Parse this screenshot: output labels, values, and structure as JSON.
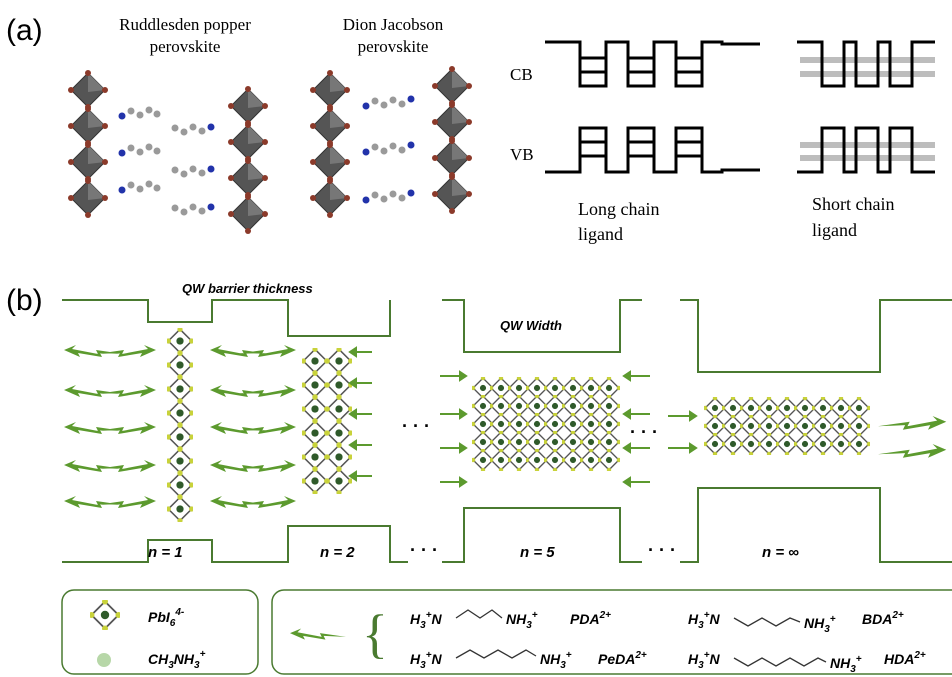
{
  "panel_a": {
    "label": "(a)",
    "rp_title": [
      "Ruddlesden popper",
      "perovskite"
    ],
    "dj_title": [
      "Dion Jacobson",
      "perovskite"
    ],
    "cb_label": "CB",
    "vb_label": "VB",
    "long_chain": [
      "Long chain",
      "ligand"
    ],
    "short_chain": [
      "Short chain",
      "ligand"
    ]
  },
  "panel_b": {
    "label": "(b)",
    "qw_barrier": "QW  barrier thickness",
    "qw_width": "QW  Width",
    "n_labels": [
      "n = 1",
      "n = 2",
      "n = 5",
      "n = ∞"
    ],
    "ellipsis": "· · ·",
    "legend": {
      "pbi6": "PbI",
      "pbi6_sub": "6",
      "pbi6_sup": "4-",
      "ma": "CH",
      "ma_sub1": "3",
      "ma_mid": "NH",
      "ma_sub2": "3",
      "ma_sup": "+",
      "amine_left": "H",
      "amine_left_sub": "3",
      "amine_left_sup": "+",
      "amine_left_tail": "N",
      "amine_right": "NH",
      "amine_right_sub": "3",
      "amine_right_sup": "+",
      "pda": "PDA",
      "bda": "BDA",
      "peda": "PeDA",
      "hda": "HDA",
      "cation_sup": "2+"
    }
  },
  "colors": {
    "green_line": "#4a7a30",
    "green_arrow": "#5c9a2e",
    "octa_node": "#c8d23a",
    "octa_center": "#2f5a2a",
    "ma_dot": "#b7d7a8",
    "perov_gray": "#4a4a4a",
    "iodide": "#8b3a2a"
  }
}
